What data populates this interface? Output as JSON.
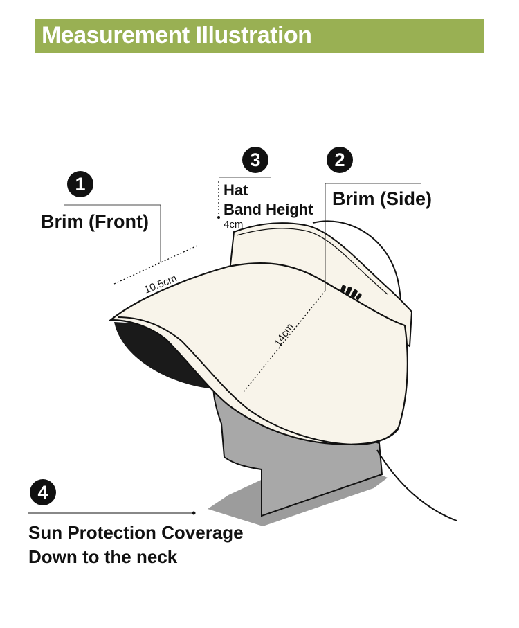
{
  "header": {
    "title": "Measurement Illustration"
  },
  "colors": {
    "banner": "#99b053",
    "hat": "#f8f4ea",
    "underbrim": "#1a1a1a",
    "mannequin": "#a8a8a8"
  },
  "callouts": [
    {
      "number": "1",
      "label": "Brim (Front)",
      "measurement": "10.5cm"
    },
    {
      "number": "2",
      "label": "Brim (Side)",
      "measurement": "14cm"
    },
    {
      "number": "3",
      "label_line1": "Hat",
      "label_line2": "Band Height",
      "measurement": "4cm"
    },
    {
      "number": "4",
      "label_line1": "Sun Protection Coverage",
      "label_line2": "Down to the neck"
    }
  ]
}
